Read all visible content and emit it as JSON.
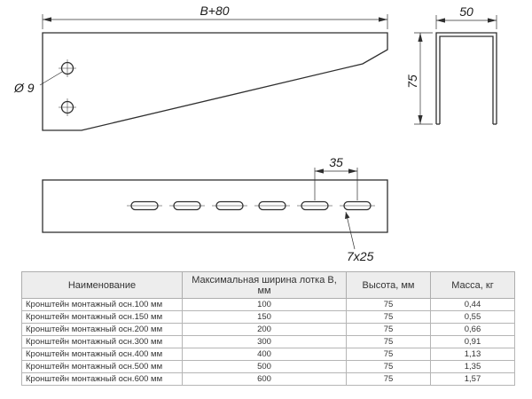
{
  "views": {
    "side": {
      "dim_width": "B+80",
      "hole_dia": "Ø 9"
    },
    "section": {
      "dim_width": "50",
      "dim_height": "75"
    },
    "plan": {
      "dim_pitch": "35",
      "slot_size": "7x25"
    }
  },
  "table": {
    "headers": [
      "Наименование",
      "Максимальная ширина лотка B, мм",
      "Высота, мм",
      "Масса, кг"
    ],
    "rows": [
      [
        "Кронштейн монтажный осн.100 мм",
        "100",
        "75",
        "0,44"
      ],
      [
        "Кронштейн монтажный осн.150 мм",
        "150",
        "75",
        "0,55"
      ],
      [
        "Кронштейн монтажный осн.200 мм",
        "200",
        "75",
        "0,66"
      ],
      [
        "Кронштейн монтажный осн.300 мм",
        "300",
        "75",
        "0,91"
      ],
      [
        "Кронштейн монтажный осн.400 мм",
        "400",
        "75",
        "1,13"
      ],
      [
        "Кронштейн монтажный осн.500 мм",
        "500",
        "75",
        "1,35"
      ],
      [
        "Кронштейн монтажный осн.600 мм",
        "600",
        "75",
        "1,57"
      ]
    ]
  }
}
